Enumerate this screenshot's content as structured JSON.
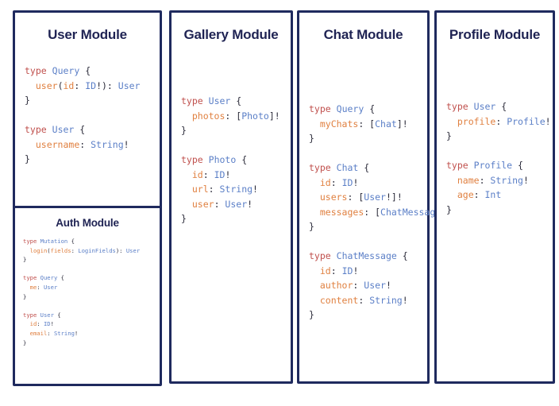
{
  "page": {
    "background": "#ffffff",
    "border_color": "#1f2a5e",
    "title_color": "#1f2353",
    "syntax_colors": {
      "keyword": "#c0504d",
      "type_name": "#5b7fc7",
      "field_name": "#e08040",
      "punctuation": "#2b2b3a"
    }
  },
  "modules": [
    {
      "id": "user-module",
      "title": "User Module",
      "blocks": [
        {
          "lines": [
            [
              {
                "t": "type",
                "c": "kw"
              },
              {
                "t": " ",
                "c": "pun"
              },
              {
                "t": "Query",
                "c": "tname"
              },
              {
                "t": " {",
                "c": "pun"
              }
            ],
            [
              {
                "t": "  ",
                "c": "pun"
              },
              {
                "t": "user",
                "c": "fld"
              },
              {
                "t": "(",
                "c": "pun"
              },
              {
                "t": "id",
                "c": "fld"
              },
              {
                "t": ": ",
                "c": "pun"
              },
              {
                "t": "ID",
                "c": "tname"
              },
              {
                "t": "!): ",
                "c": "pun"
              },
              {
                "t": "User",
                "c": "tname"
              }
            ],
            [
              {
                "t": "}",
                "c": "pun"
              }
            ]
          ]
        },
        {
          "lines": [
            [
              {
                "t": "type",
                "c": "kw"
              },
              {
                "t": " ",
                "c": "pun"
              },
              {
                "t": "User",
                "c": "tname"
              },
              {
                "t": " {",
                "c": "pun"
              }
            ],
            [
              {
                "t": "  ",
                "c": "pun"
              },
              {
                "t": "username",
                "c": "fld"
              },
              {
                "t": ": ",
                "c": "pun"
              },
              {
                "t": "String",
                "c": "tname"
              },
              {
                "t": "!",
                "c": "pun"
              }
            ],
            [
              {
                "t": "}",
                "c": "pun"
              }
            ]
          ]
        }
      ],
      "nested": {
        "id": "auth-module",
        "title": "Auth Module",
        "blocks": [
          {
            "lines": [
              [
                {
                  "t": "type",
                  "c": "kw"
                },
                {
                  "t": " ",
                  "c": "pun"
                },
                {
                  "t": "Mutation",
                  "c": "tname"
                },
                {
                  "t": " {",
                  "c": "pun"
                }
              ],
              [
                {
                  "t": "  ",
                  "c": "pun"
                },
                {
                  "t": "login",
                  "c": "fld"
                },
                {
                  "t": "(",
                  "c": "pun"
                },
                {
                  "t": "fields",
                  "c": "fld"
                },
                {
                  "t": ": ",
                  "c": "pun"
                },
                {
                  "t": "LoginFields",
                  "c": "tname"
                },
                {
                  "t": "): ",
                  "c": "pun"
                },
                {
                  "t": "User",
                  "c": "tname"
                }
              ],
              [
                {
                  "t": "}",
                  "c": "pun"
                }
              ]
            ]
          },
          {
            "lines": [
              [
                {
                  "t": "type",
                  "c": "kw"
                },
                {
                  "t": " ",
                  "c": "pun"
                },
                {
                  "t": "Query",
                  "c": "tname"
                },
                {
                  "t": " {",
                  "c": "pun"
                }
              ],
              [
                {
                  "t": "  ",
                  "c": "pun"
                },
                {
                  "t": "me",
                  "c": "fld"
                },
                {
                  "t": ": ",
                  "c": "pun"
                },
                {
                  "t": "User",
                  "c": "tname"
                }
              ],
              [
                {
                  "t": "}",
                  "c": "pun"
                }
              ]
            ]
          },
          {
            "lines": [
              [
                {
                  "t": "type",
                  "c": "kw"
                },
                {
                  "t": " ",
                  "c": "pun"
                },
                {
                  "t": "User",
                  "c": "tname"
                },
                {
                  "t": " {",
                  "c": "pun"
                }
              ],
              [
                {
                  "t": "  ",
                  "c": "pun"
                },
                {
                  "t": "id",
                  "c": "fld"
                },
                {
                  "t": ": ",
                  "c": "pun"
                },
                {
                  "t": "ID",
                  "c": "tname"
                },
                {
                  "t": "!",
                  "c": "pun"
                }
              ],
              [
                {
                  "t": "  ",
                  "c": "pun"
                },
                {
                  "t": "email",
                  "c": "fld"
                },
                {
                  "t": ": ",
                  "c": "pun"
                },
                {
                  "t": "String",
                  "c": "tname"
                },
                {
                  "t": "!",
                  "c": "pun"
                }
              ],
              [
                {
                  "t": "}",
                  "c": "pun"
                }
              ]
            ]
          }
        ]
      }
    },
    {
      "id": "gallery-module",
      "title": "Gallery Module",
      "blocks": [
        {
          "lines": [
            [
              {
                "t": "type",
                "c": "kw"
              },
              {
                "t": " ",
                "c": "pun"
              },
              {
                "t": "User",
                "c": "tname"
              },
              {
                "t": " {",
                "c": "pun"
              }
            ],
            [
              {
                "t": "  ",
                "c": "pun"
              },
              {
                "t": "photos",
                "c": "fld"
              },
              {
                "t": ": [",
                "c": "pun"
              },
              {
                "t": "Photo",
                "c": "tname"
              },
              {
                "t": "]!",
                "c": "pun"
              }
            ],
            [
              {
                "t": "}",
                "c": "pun"
              }
            ]
          ]
        },
        {
          "lines": [
            [
              {
                "t": "type",
                "c": "kw"
              },
              {
                "t": " ",
                "c": "pun"
              },
              {
                "t": "Photo",
                "c": "tname"
              },
              {
                "t": " {",
                "c": "pun"
              }
            ],
            [
              {
                "t": "  ",
                "c": "pun"
              },
              {
                "t": "id",
                "c": "fld"
              },
              {
                "t": ": ",
                "c": "pun"
              },
              {
                "t": "ID",
                "c": "tname"
              },
              {
                "t": "!",
                "c": "pun"
              }
            ],
            [
              {
                "t": "  ",
                "c": "pun"
              },
              {
                "t": "url",
                "c": "fld"
              },
              {
                "t": ": ",
                "c": "pun"
              },
              {
                "t": "String",
                "c": "tname"
              },
              {
                "t": "!",
                "c": "pun"
              }
            ],
            [
              {
                "t": "  ",
                "c": "pun"
              },
              {
                "t": "user",
                "c": "fld"
              },
              {
                "t": ": ",
                "c": "pun"
              },
              {
                "t": "User",
                "c": "tname"
              },
              {
                "t": "!",
                "c": "pun"
              }
            ],
            [
              {
                "t": "}",
                "c": "pun"
              }
            ]
          ]
        }
      ]
    },
    {
      "id": "chat-module",
      "title": "Chat Module",
      "blocks": [
        {
          "lines": [
            [
              {
                "t": "type",
                "c": "kw"
              },
              {
                "t": " ",
                "c": "pun"
              },
              {
                "t": "Query",
                "c": "tname"
              },
              {
                "t": " {",
                "c": "pun"
              }
            ],
            [
              {
                "t": "  ",
                "c": "pun"
              },
              {
                "t": "myChats",
                "c": "fld"
              },
              {
                "t": ": [",
                "c": "pun"
              },
              {
                "t": "Chat",
                "c": "tname"
              },
              {
                "t": "]!",
                "c": "pun"
              }
            ],
            [
              {
                "t": "}",
                "c": "pun"
              }
            ]
          ]
        },
        {
          "lines": [
            [
              {
                "t": "type",
                "c": "kw"
              },
              {
                "t": " ",
                "c": "pun"
              },
              {
                "t": "Chat",
                "c": "tname"
              },
              {
                "t": " {",
                "c": "pun"
              }
            ],
            [
              {
                "t": "  ",
                "c": "pun"
              },
              {
                "t": "id",
                "c": "fld"
              },
              {
                "t": ": ",
                "c": "pun"
              },
              {
                "t": "ID",
                "c": "tname"
              },
              {
                "t": "!",
                "c": "pun"
              }
            ],
            [
              {
                "t": "  ",
                "c": "pun"
              },
              {
                "t": "users",
                "c": "fld"
              },
              {
                "t": ": [",
                "c": "pun"
              },
              {
                "t": "User",
                "c": "tname"
              },
              {
                "t": "!]!",
                "c": "pun"
              }
            ],
            [
              {
                "t": "  ",
                "c": "pun"
              },
              {
                "t": "messages",
                "c": "fld"
              },
              {
                "t": ": [",
                "c": "pun"
              },
              {
                "t": "ChatMessage",
                "c": "tname"
              },
              {
                "t": "]!",
                "c": "pun"
              }
            ],
            [
              {
                "t": "}",
                "c": "pun"
              }
            ]
          ]
        },
        {
          "lines": [
            [
              {
                "t": "type",
                "c": "kw"
              },
              {
                "t": " ",
                "c": "pun"
              },
              {
                "t": "ChatMessage",
                "c": "tname"
              },
              {
                "t": " {",
                "c": "pun"
              }
            ],
            [
              {
                "t": "  ",
                "c": "pun"
              },
              {
                "t": "id",
                "c": "fld"
              },
              {
                "t": ": ",
                "c": "pun"
              },
              {
                "t": "ID",
                "c": "tname"
              },
              {
                "t": "!",
                "c": "pun"
              }
            ],
            [
              {
                "t": "  ",
                "c": "pun"
              },
              {
                "t": "author",
                "c": "fld"
              },
              {
                "t": ": ",
                "c": "pun"
              },
              {
                "t": "User",
                "c": "tname"
              },
              {
                "t": "!",
                "c": "pun"
              }
            ],
            [
              {
                "t": "  ",
                "c": "pun"
              },
              {
                "t": "content",
                "c": "fld"
              },
              {
                "t": ": ",
                "c": "pun"
              },
              {
                "t": "String",
                "c": "tname"
              },
              {
                "t": "!",
                "c": "pun"
              }
            ],
            [
              {
                "t": "}",
                "c": "pun"
              }
            ]
          ]
        }
      ]
    },
    {
      "id": "profile-module",
      "title": "Profile Module",
      "blocks": [
        {
          "lines": [
            [
              {
                "t": "type",
                "c": "kw"
              },
              {
                "t": " ",
                "c": "pun"
              },
              {
                "t": "User",
                "c": "tname"
              },
              {
                "t": " {",
                "c": "pun"
              }
            ],
            [
              {
                "t": "  ",
                "c": "pun"
              },
              {
                "t": "profile",
                "c": "fld"
              },
              {
                "t": ": ",
                "c": "pun"
              },
              {
                "t": "Profile",
                "c": "tname"
              },
              {
                "t": "!",
                "c": "pun"
              }
            ],
            [
              {
                "t": "}",
                "c": "pun"
              }
            ]
          ]
        },
        {
          "lines": [
            [
              {
                "t": "type",
                "c": "kw"
              },
              {
                "t": " ",
                "c": "pun"
              },
              {
                "t": "Profile",
                "c": "tname"
              },
              {
                "t": " {",
                "c": "pun"
              }
            ],
            [
              {
                "t": "  ",
                "c": "pun"
              },
              {
                "t": "name",
                "c": "fld"
              },
              {
                "t": ": ",
                "c": "pun"
              },
              {
                "t": "String",
                "c": "tname"
              },
              {
                "t": "!",
                "c": "pun"
              }
            ],
            [
              {
                "t": "  ",
                "c": "pun"
              },
              {
                "t": "age",
                "c": "fld"
              },
              {
                "t": ": ",
                "c": "pun"
              },
              {
                "t": "Int",
                "c": "tname"
              }
            ],
            [
              {
                "t": "}",
                "c": "pun"
              }
            ]
          ]
        }
      ]
    }
  ]
}
